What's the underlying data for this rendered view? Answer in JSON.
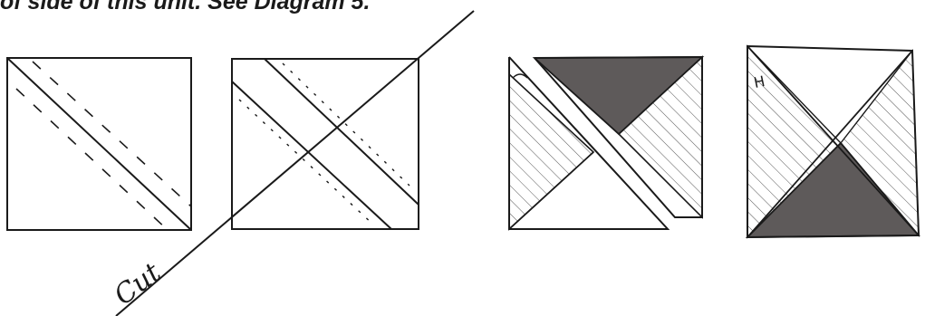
{
  "caption": {
    "text": "of side of this unit. See Diagram 5."
  },
  "diagram": {
    "cut_label": "Cut",
    "corner_mark": "H",
    "colors": {
      "ink": "#1a1a1a",
      "dark_fill": "#5e5a5a",
      "paper": "#ffffff"
    }
  }
}
